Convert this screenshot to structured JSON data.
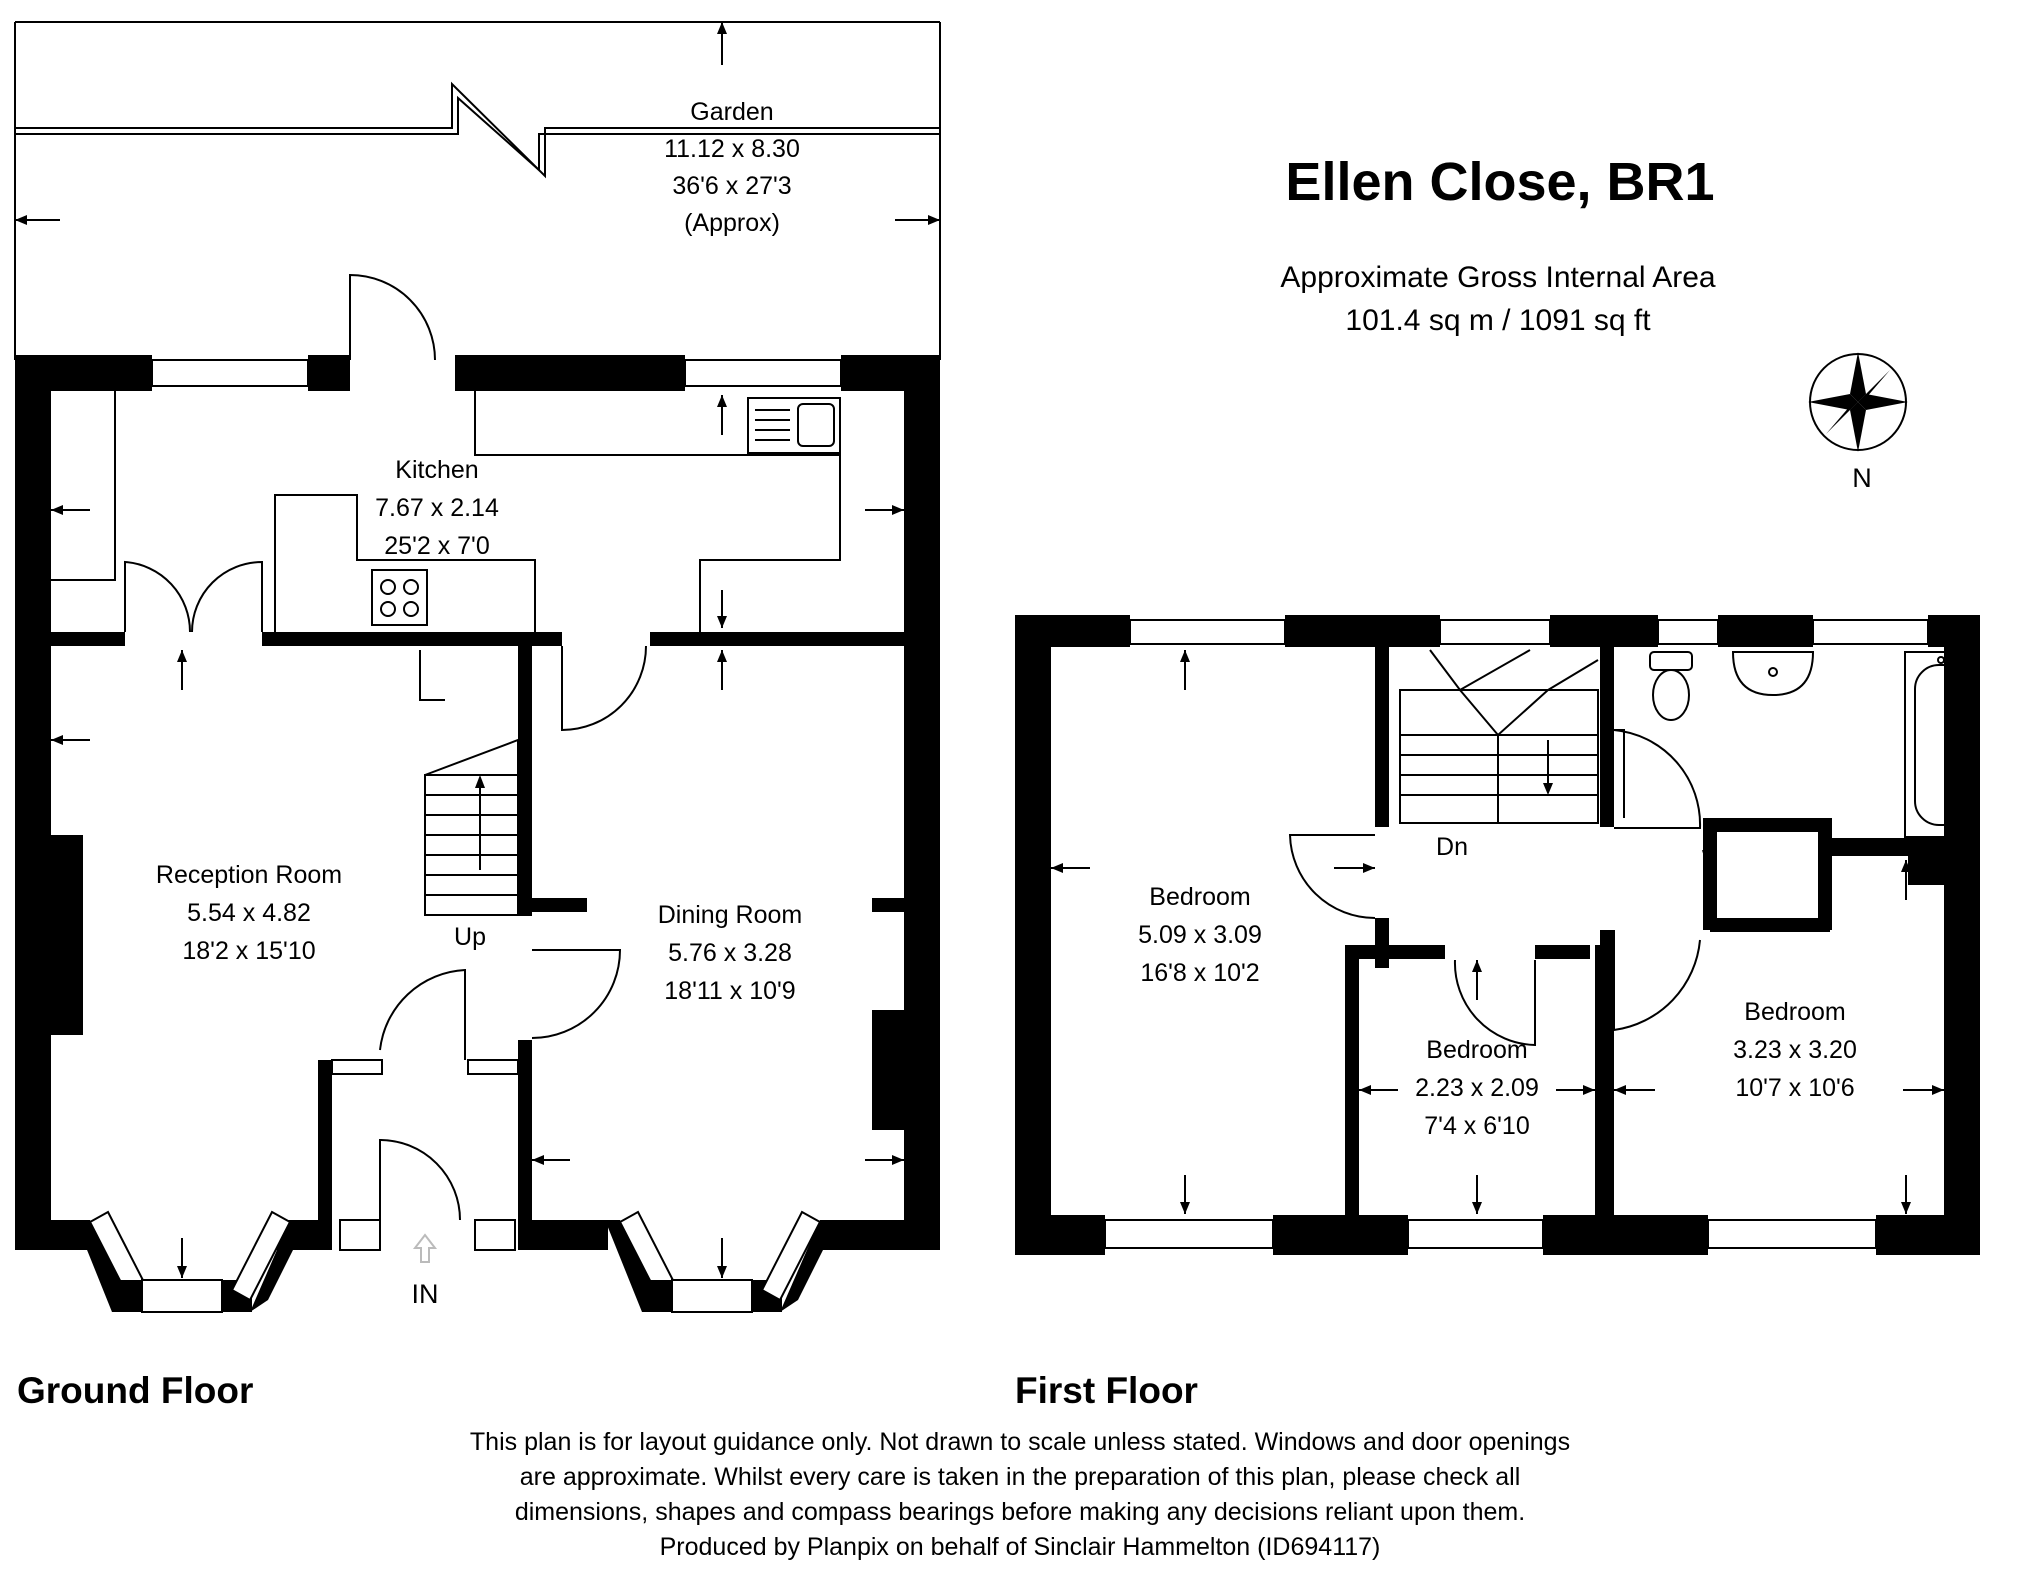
{
  "title": "Ellen Close, BR1",
  "area": {
    "line1": "Approximate Gross Internal Area",
    "line2": "101.4 sq m / 1091 sq ft"
  },
  "compass": {
    "label": "N"
  },
  "floors": {
    "ground": "Ground Floor",
    "first": "First Floor"
  },
  "rooms": {
    "garden": {
      "name": "Garden",
      "metric": "11.12 x 8.30",
      "imperial": "36'6 x 27'3",
      "note": "(Approx)"
    },
    "kitchen": {
      "name": "Kitchen",
      "metric": "7.67 x 2.14",
      "imperial": "25'2 x 7'0"
    },
    "reception": {
      "name": "Reception Room",
      "metric": "5.54 x 4.82",
      "imperial": "18'2 x 15'10"
    },
    "dining": {
      "name": "Dining Room",
      "metric": "5.76 x 3.28",
      "imperial": "18'11 x 10'9"
    },
    "bedroom1": {
      "name": "Bedroom",
      "metric": "5.09 x 3.09",
      "imperial": "16'8 x 10'2"
    },
    "bedroom2": {
      "name": "Bedroom",
      "metric": "2.23 x 2.09",
      "imperial": "7'4 x 6'10"
    },
    "bedroom3": {
      "name": "Bedroom",
      "metric": "3.23 x 3.20",
      "imperial": "10'7 x 10'6"
    }
  },
  "labels": {
    "up": "Up",
    "dn": "Dn",
    "entrance": "IN"
  },
  "disclaimer": [
    "This plan is for layout guidance only. Not drawn to scale unless stated. Windows and door openings",
    "are approximate. Whilst every care is taken in the preparation of this plan, please check all",
    "dimensions, shapes and compass bearings before making any decisions reliant upon them.",
    "Produced by Planpix on behalf of Sinclair Hammelton (ID694117)"
  ]
}
